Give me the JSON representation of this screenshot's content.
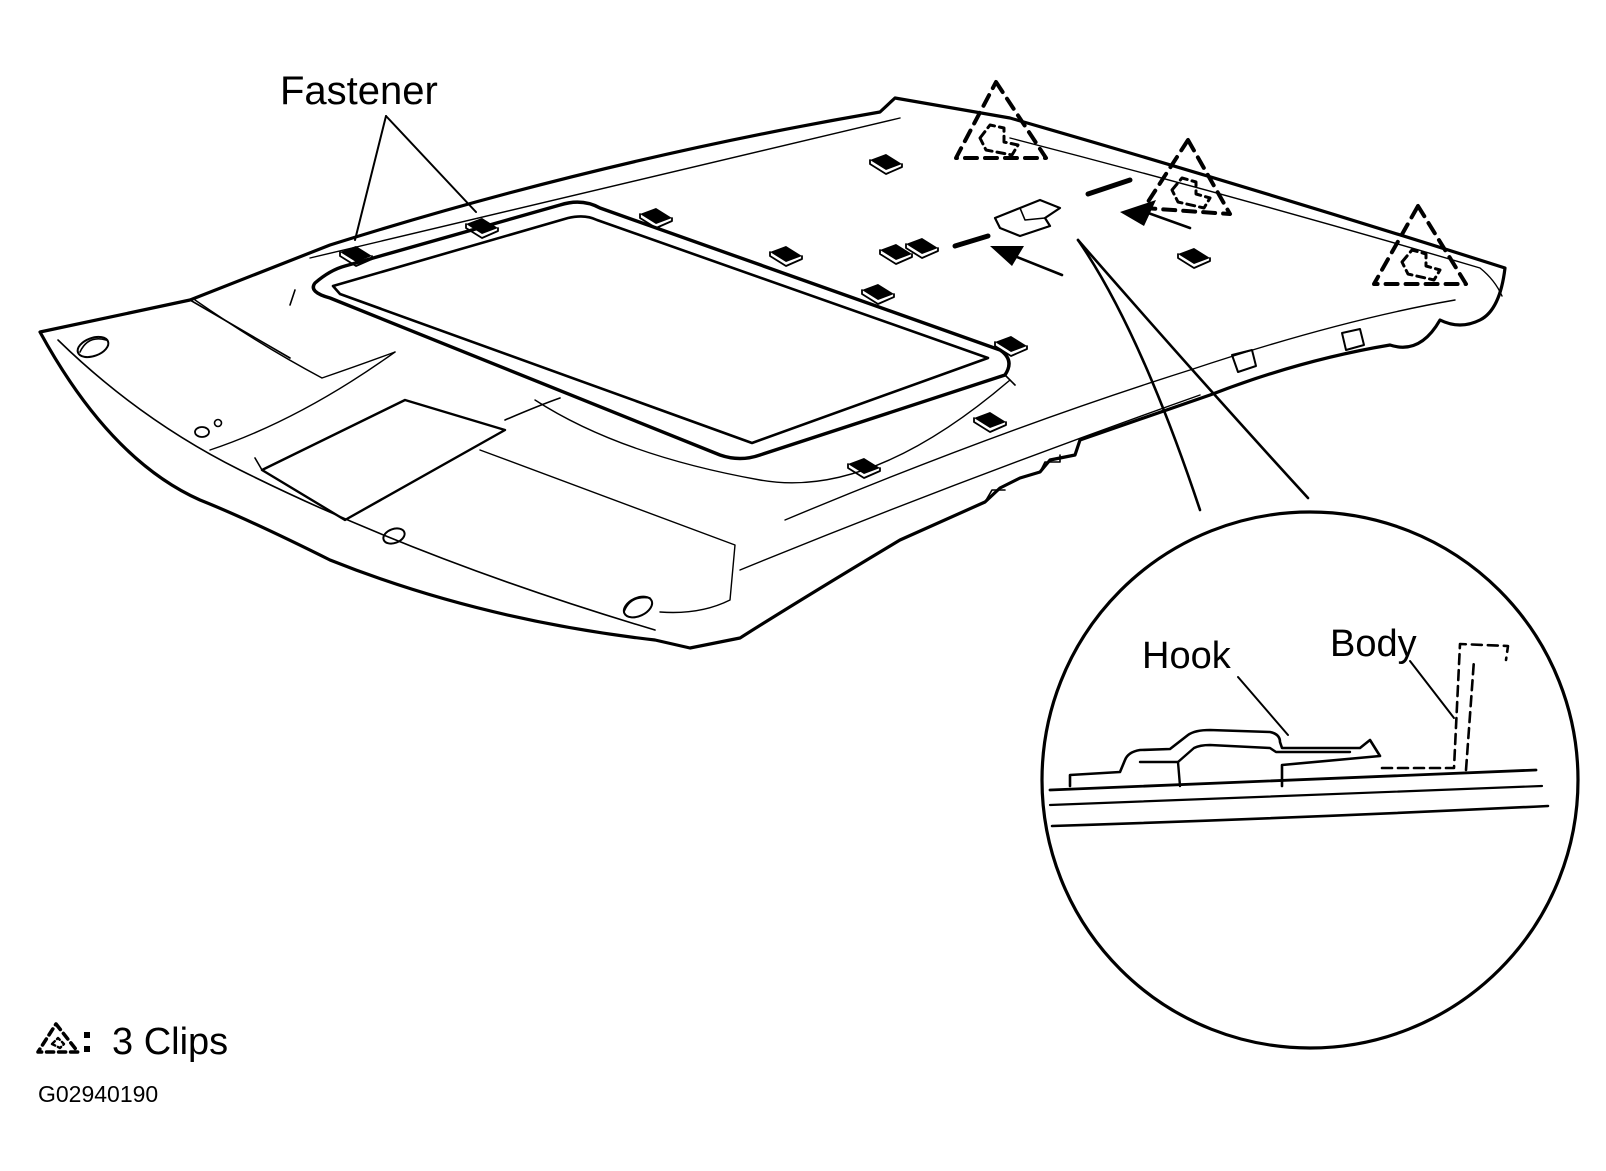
{
  "diagram": {
    "labels": {
      "fastener": "Fastener",
      "hook": "Hook",
      "body": "Body"
    },
    "legend": {
      "count_text": "3 Clips",
      "symbol": "dashed-triangle-clip-icon"
    },
    "figure_code": "G02940190"
  }
}
